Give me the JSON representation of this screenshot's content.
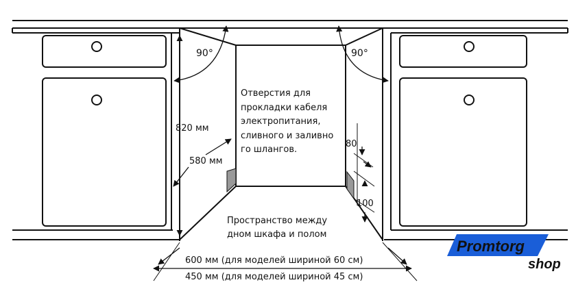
{
  "diagram": {
    "angle_left": "90°",
    "angle_right": "90°",
    "height_label": "820 мм",
    "depth_label": "580 мм",
    "holes_note": [
      "Отверстия для",
      "прокладки кабеля",
      "электропитания,",
      "сливного и заливно",
      "го шлангов."
    ],
    "dim_top_small": "80",
    "dim_bottom_small": "100",
    "space_note": [
      "Пространство между",
      "дном шкафа и полом"
    ],
    "width_60": "600 мм (для моделей шириной 60 см)",
    "width_45": "450 мм (для моделей шириной 45 см)"
  },
  "logo": {
    "brand": "Promtorg",
    "suffix": "shop",
    "brand_color": "#1a5ed8",
    "text_color": "#ffffff",
    "suffix_color": "#111111"
  }
}
